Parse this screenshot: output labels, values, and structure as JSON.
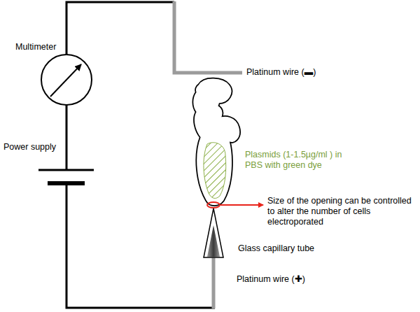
{
  "diagram": {
    "labels": [
      "Multimeter",
      "Power supply",
      "Platinum wire (▬)",
      "Plasmids (1-1.5µg/ml ) in PBS with green dye",
      "Size of the opening can be controlled to alter the number of cells electroporated",
      "Glass capillary tube",
      "Platinum wire (✚)"
    ]
  }
}
